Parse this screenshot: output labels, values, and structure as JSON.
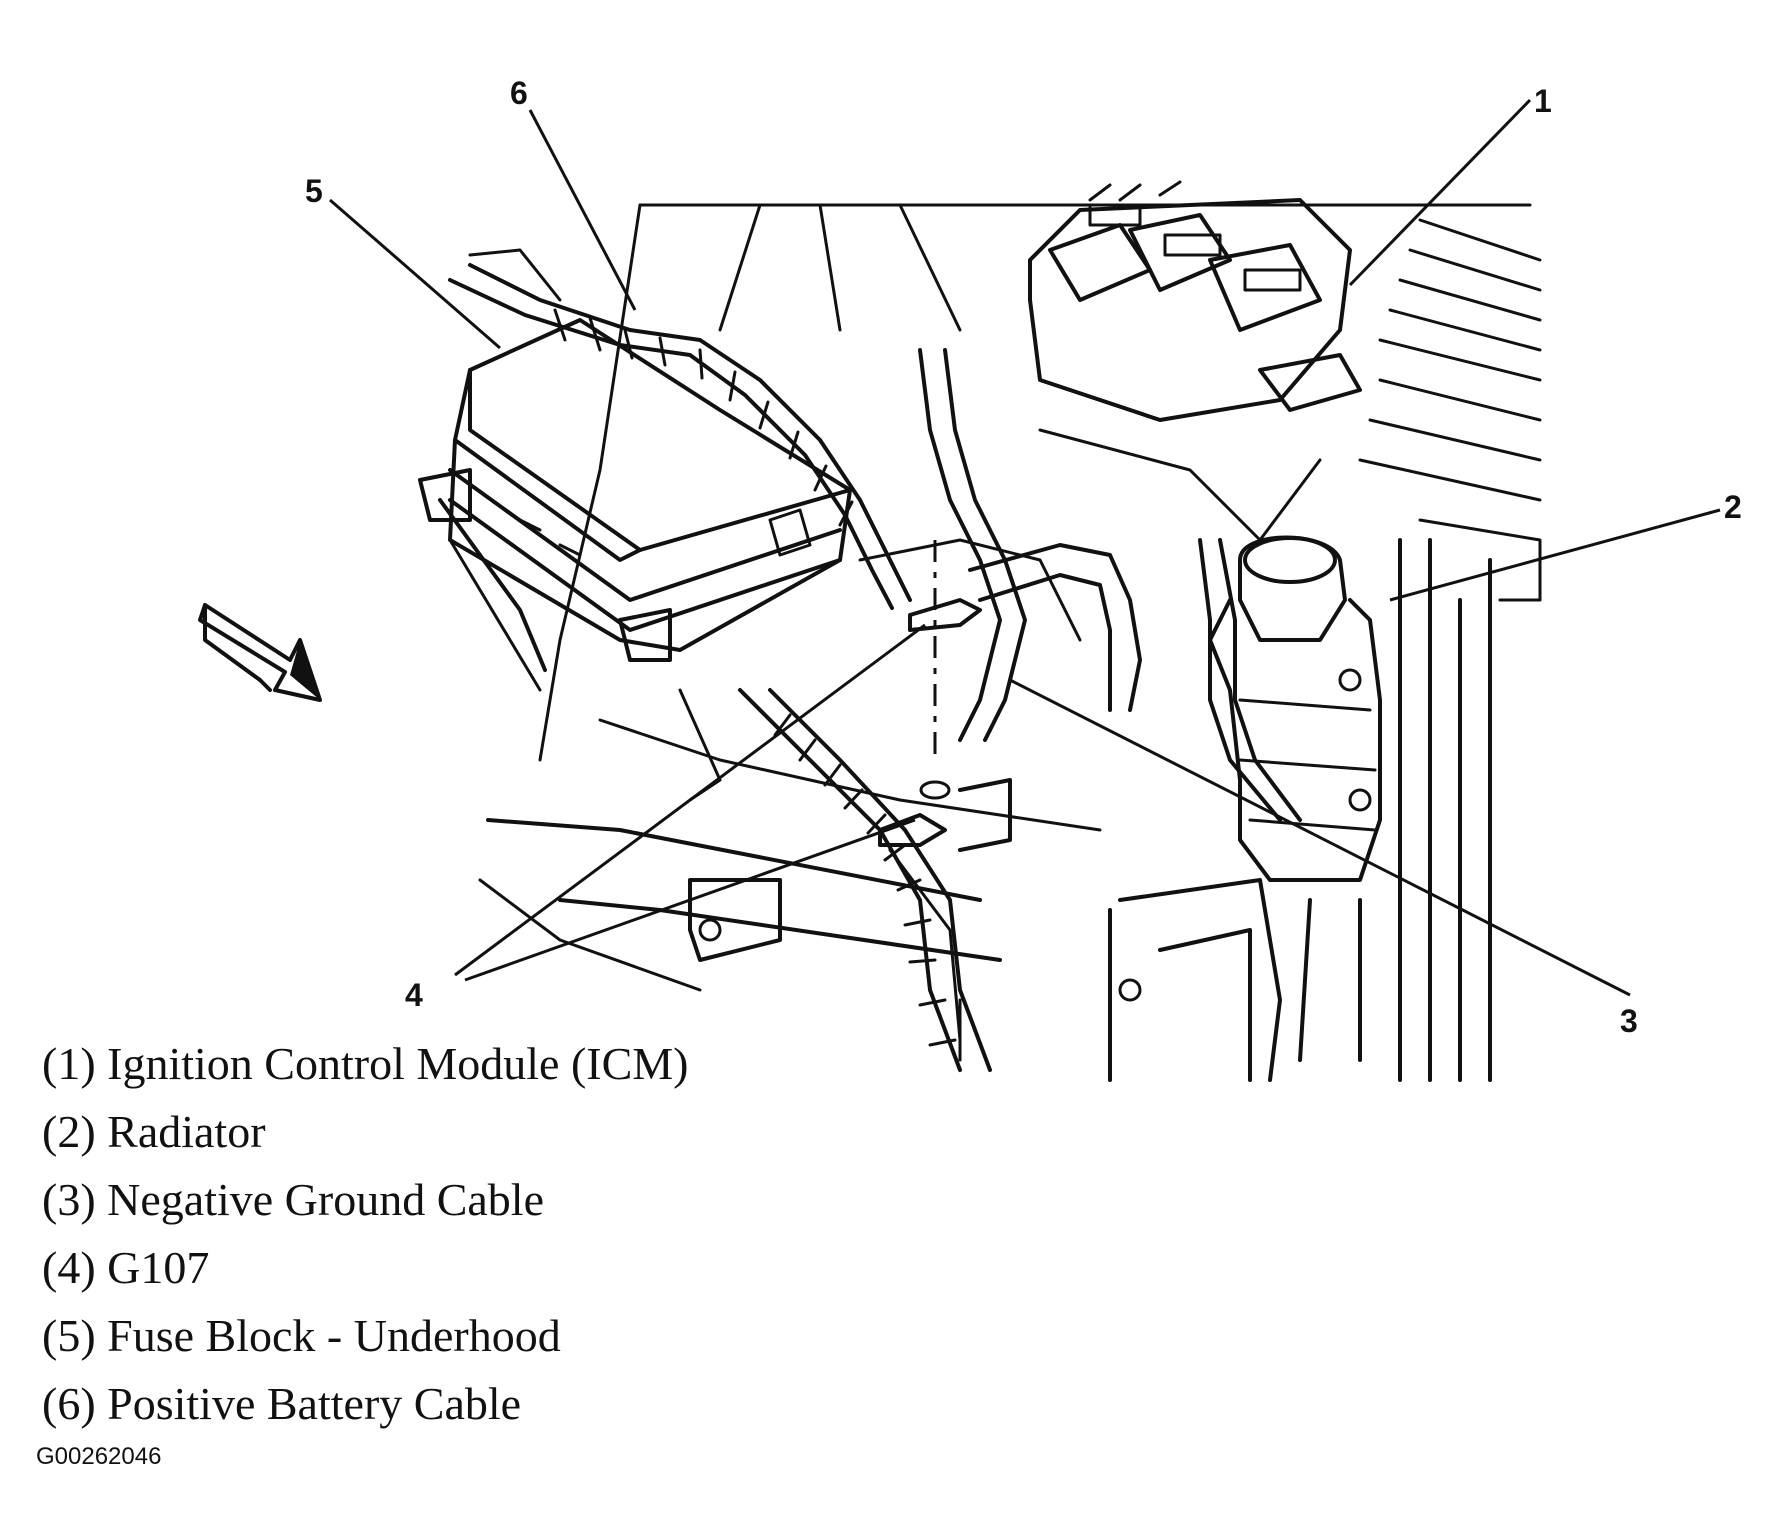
{
  "callouts": {
    "c1": "1",
    "c2": "2",
    "c3": "3",
    "c4": "4",
    "c5": "5",
    "c6": "6"
  },
  "legend": [
    {
      "label": "(1) Ignition Control Module (ICM)"
    },
    {
      "label": "(2) Radiator"
    },
    {
      "label": "(3) Negative Ground Cable"
    },
    {
      "label": "(4) G107"
    },
    {
      "label": "(5) Fuse Block - Underhood"
    },
    {
      "label": "(6) Positive Battery Cable"
    }
  ],
  "figure_id": "G00262046",
  "colors": {
    "ink": "#111111",
    "background": "#ffffff"
  }
}
